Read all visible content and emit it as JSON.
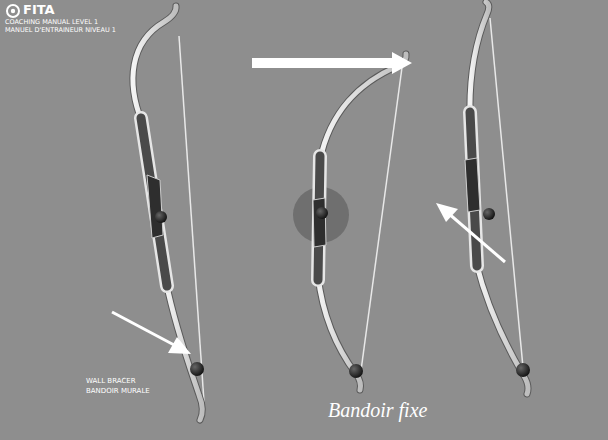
{
  "diagram": {
    "labels": [
      "FITA",
      "COACHING MANUAL LEVEL 1",
      "MANUEL D'ENTRAINEUR NIVEAU 1",
      "WALL BRACER",
      "BANDOIR MURALE",
      "Bandoir fixe"
    ]
  }
}
